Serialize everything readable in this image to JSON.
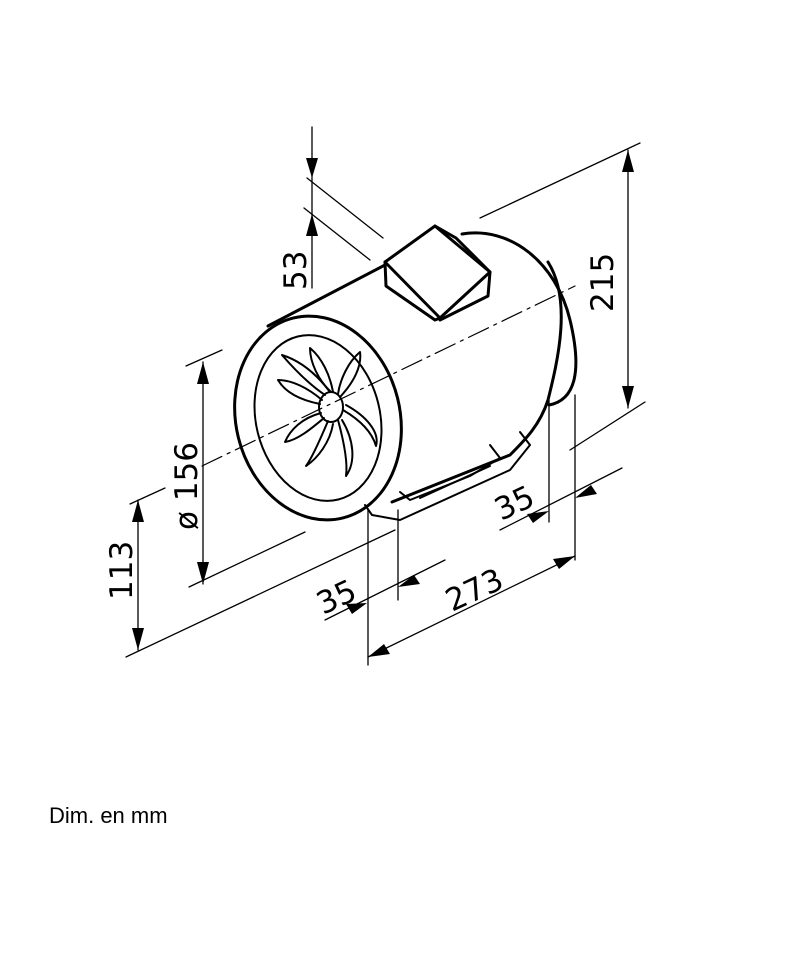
{
  "dimensions": {
    "motor_box_height": "53",
    "overall_height": "215",
    "duct_diameter": "ø 156",
    "axis_height": "113",
    "front_collar_length": "35",
    "rear_collar_length": "35",
    "overall_length": "273"
  },
  "note": "Dim. en mm"
}
